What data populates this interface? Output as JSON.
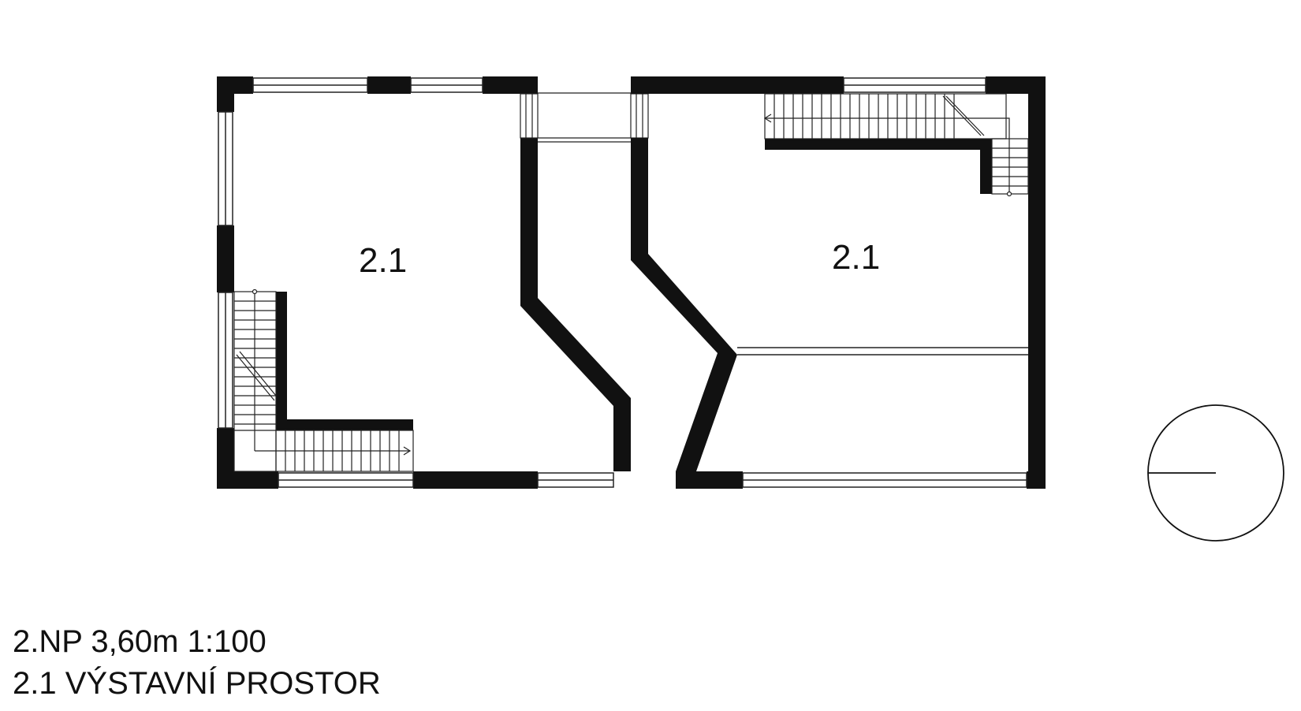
{
  "rooms": [
    {
      "label": "2.1"
    },
    {
      "label": "2.1"
    }
  ],
  "caption": {
    "line1": "2.NP 3,60m 1:100",
    "line2": "2.1 VÝSTAVNÍ PROSTOR"
  },
  "colors": {
    "wall": "#111111",
    "line": "#222222",
    "background": "#ffffff"
  },
  "icons": {
    "north_arrow": "north-arrow-icon"
  }
}
